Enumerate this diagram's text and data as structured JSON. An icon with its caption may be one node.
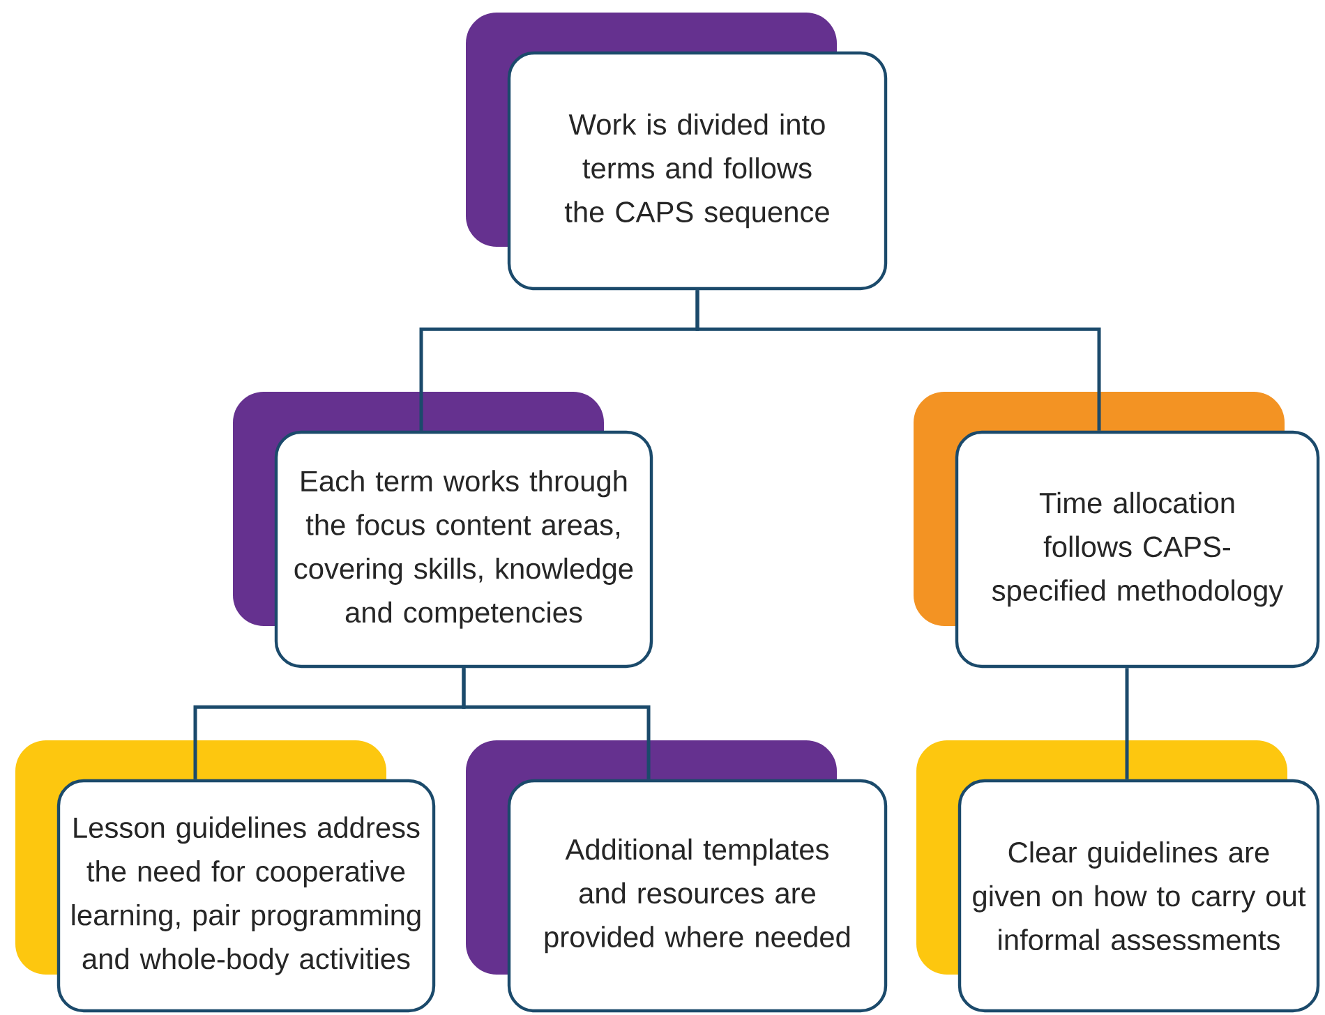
{
  "diagram": {
    "nodes": [
      {
        "text": [
          "Work is divided into terms and follows the CAPS sequence"
        ]
      },
      {
        "text": [
          "Each term works through the focus content areas, covering skills, knowledge and competencies"
        ]
      },
      {
        "text": [
          "Time allocation follows CAPS-specified methodology"
        ]
      },
      {
        "text": [
          "Lesson guidelines address the need for cooperative learning, pair programming and whole-body activities"
        ]
      },
      {
        "text": [
          "Additional templates and resources are provided where needed"
        ]
      },
      {
        "text": [
          "Clear guidelines are given on how to carry out informal assessments"
        ]
      }
    ],
    "edges": [
      {
        "from": 0,
        "to": 1,
        "arrow": "none"
      },
      {
        "from": 0,
        "to": 2,
        "arrow": "none"
      },
      {
        "from": 1,
        "to": 3,
        "arrow": "none"
      },
      {
        "from": 1,
        "to": 4,
        "arrow": "none"
      },
      {
        "from": 2,
        "to": 5,
        "arrow": "none"
      }
    ]
  }
}
